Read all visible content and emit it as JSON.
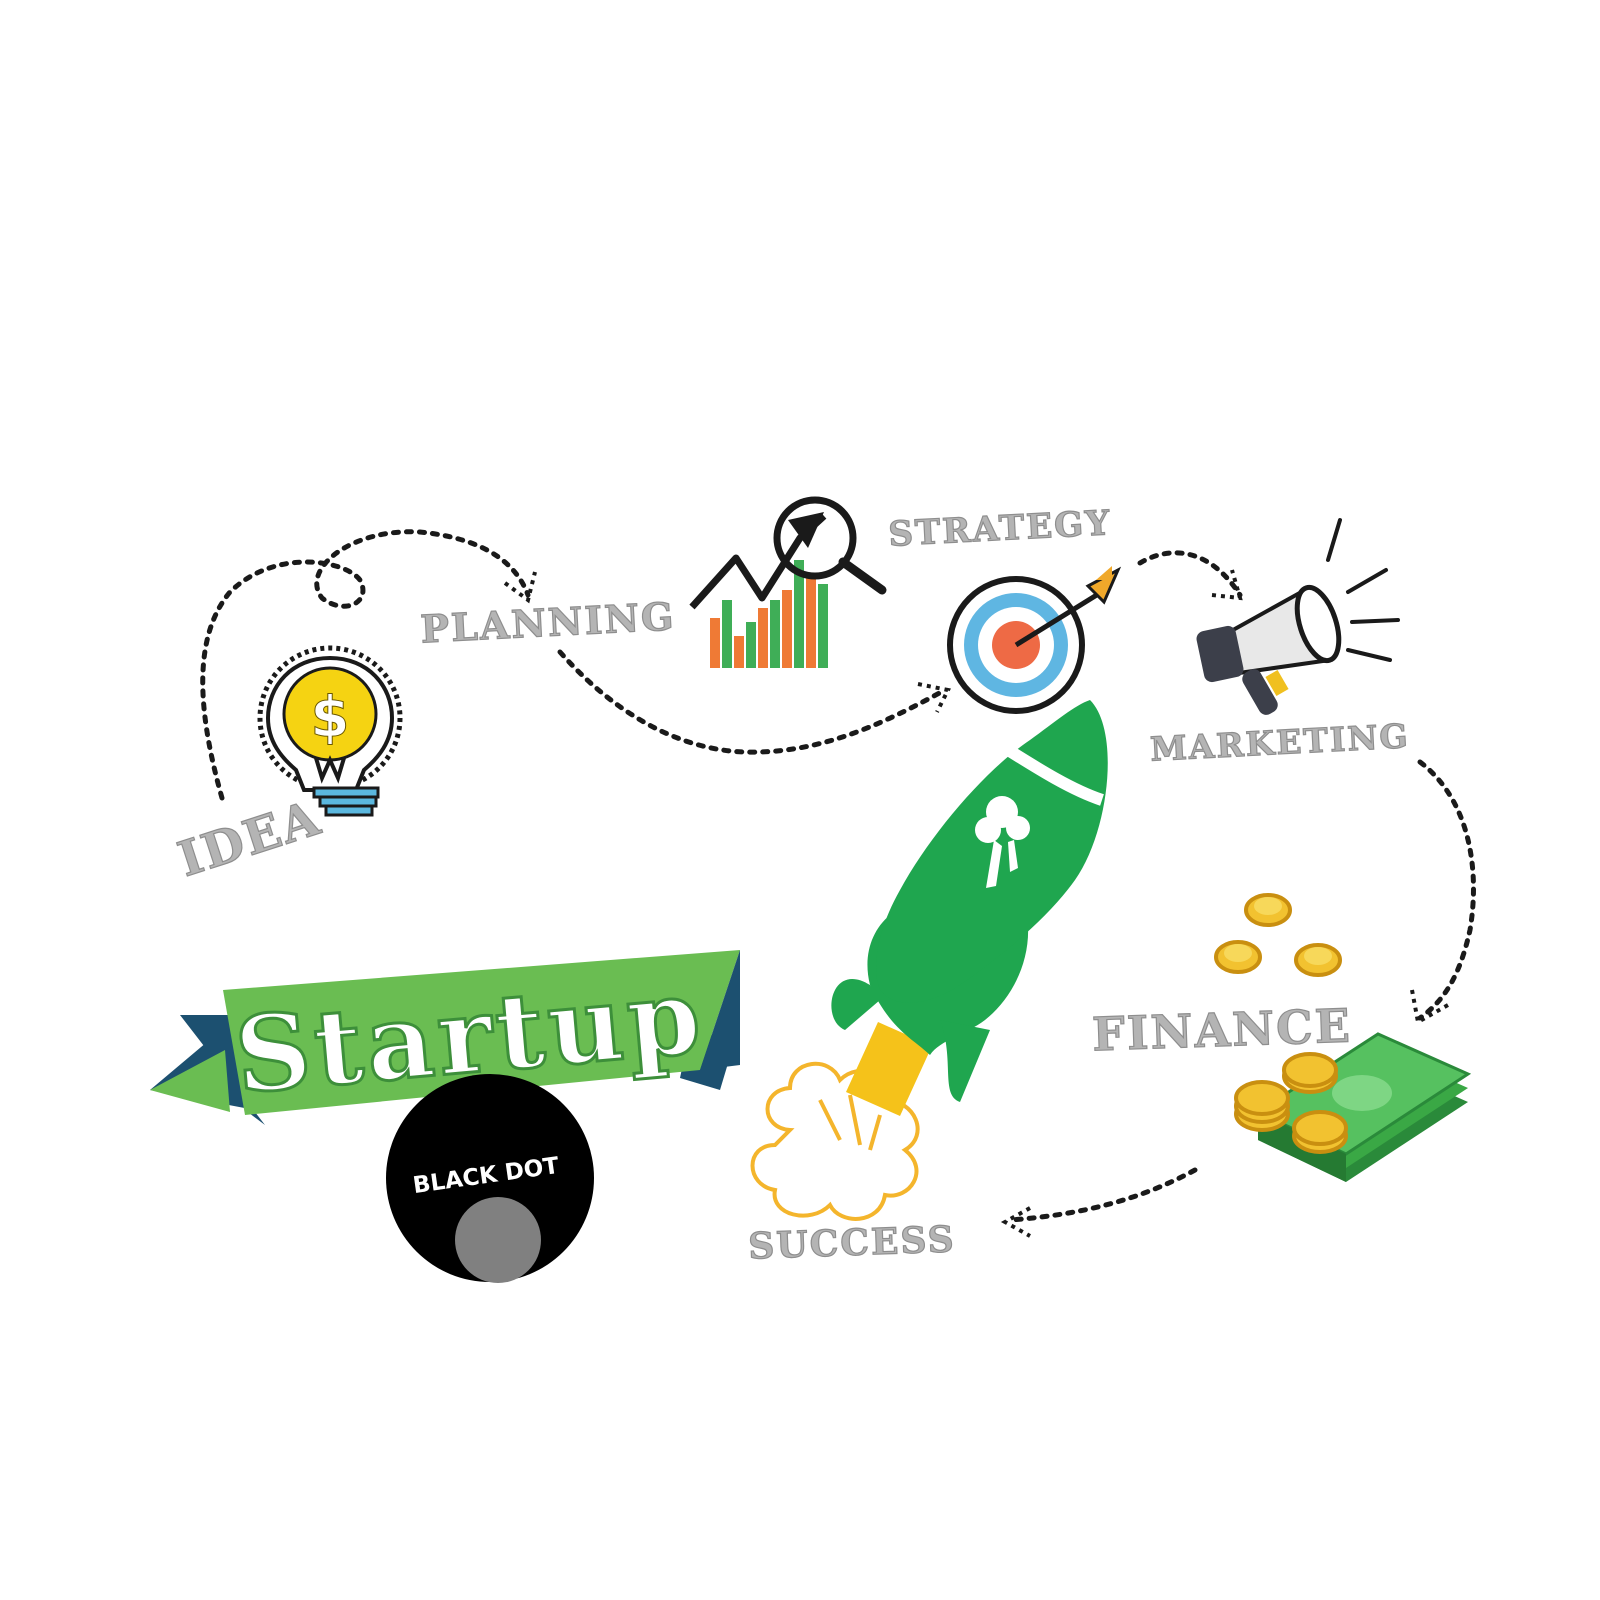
{
  "stages": {
    "idea": "IDEA",
    "planning": "PLANNING",
    "strategy": "STRATEGY",
    "marketing": "MARKETING",
    "finance": "FINANCE",
    "success": "SUCCESS"
  },
  "banner": {
    "word": "Startup"
  },
  "logo": {
    "text": "BLACK DOT"
  },
  "bulb": {
    "symbol": "$"
  },
  "colors": {
    "label_gray": "#b4b4b4",
    "rocket_green": "#1fa64f",
    "banner_green": "#6abd52",
    "banner_navy": "#1c5070",
    "flame_yellow": "#f5c21a",
    "target_blue": "#5fb6e2",
    "target_red": "#ee6a45",
    "coin_gold": "#f2c230",
    "cash_green": "#3aa845"
  },
  "icons": [
    "lightbulb-dollar-icon",
    "growth-chart-magnifier-icon",
    "target-arrow-icon",
    "megaphone-icon",
    "coins-cash-icon",
    "rocket-icon"
  ]
}
